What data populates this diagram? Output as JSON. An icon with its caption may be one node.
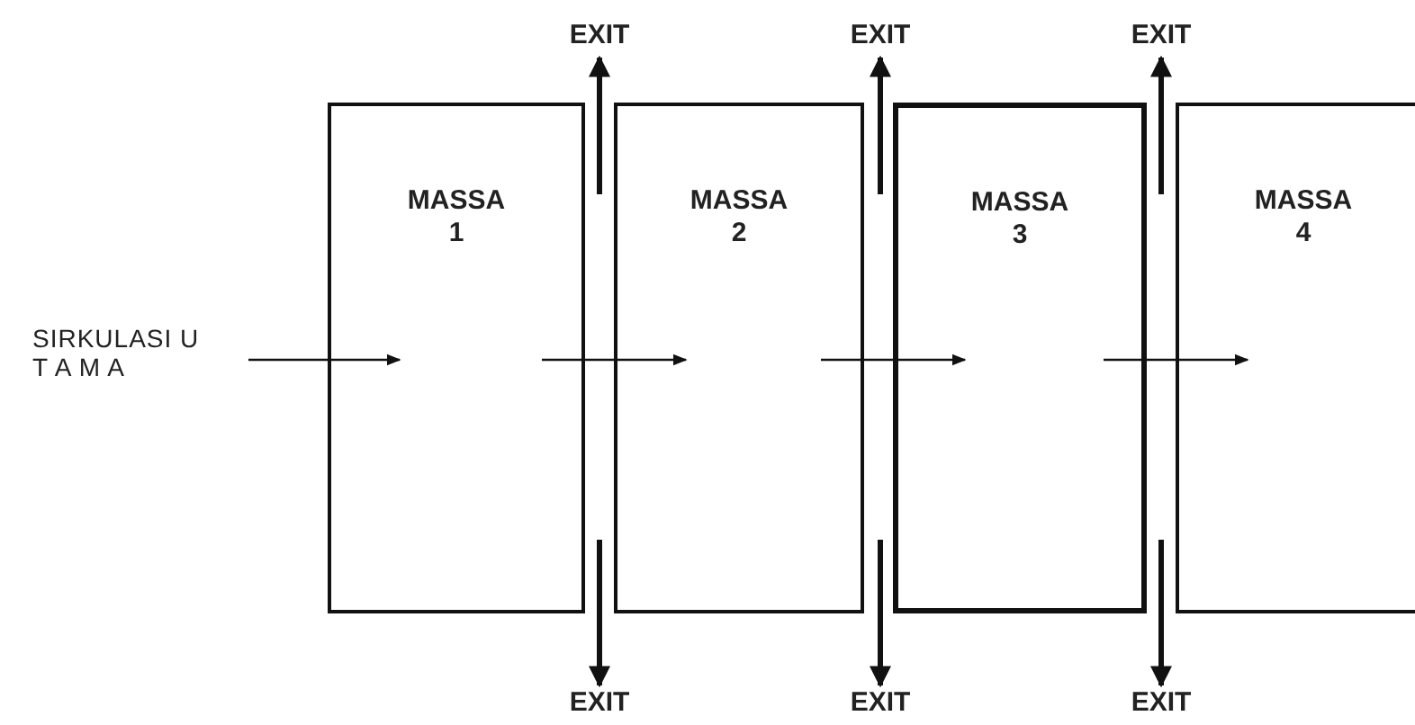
{
  "diagram": {
    "nodes": [
      {
        "text": [
          "SIRKULASI U T A M A"
        ]
      },
      {
        "text": [
          "MASSA 1"
        ]
      },
      {
        "text": [
          "MASSA 2"
        ]
      },
      {
        "text": [
          "MASSA 3"
        ]
      },
      {
        "text": [
          "MASSA 4"
        ]
      },
      {
        "text": [
          "EXIT"
        ]
      },
      {
        "text": [
          "EXIT"
        ]
      },
      {
        "text": [
          "EXIT"
        ]
      },
      {
        "text": [
          "EXIT"
        ]
      },
      {
        "text": [
          "EXIT"
        ]
      },
      {
        "text": [
          "EXIT"
        ]
      }
    ],
    "edges": [
      {
        "from": 0,
        "to": 1,
        "arrow": "to"
      },
      {
        "from": 1,
        "to": 2,
        "arrow": "to"
      },
      {
        "from": 2,
        "to": 3,
        "arrow": "to"
      },
      {
        "from": 3,
        "to": 4,
        "arrow": "to"
      },
      {
        "from": 2,
        "to": 5,
        "arrow": "to"
      },
      {
        "from": 2,
        "to": 6,
        "arrow": "to"
      },
      {
        "from": 4,
        "to": 7,
        "arrow": "to"
      },
      {
        "from": 2,
        "to": 8,
        "arrow": "to"
      },
      {
        "from": 2,
        "to": 9,
        "arrow": "to"
      },
      {
        "from": 4,
        "to": 10,
        "arrow": "to"
      }
    ]
  }
}
